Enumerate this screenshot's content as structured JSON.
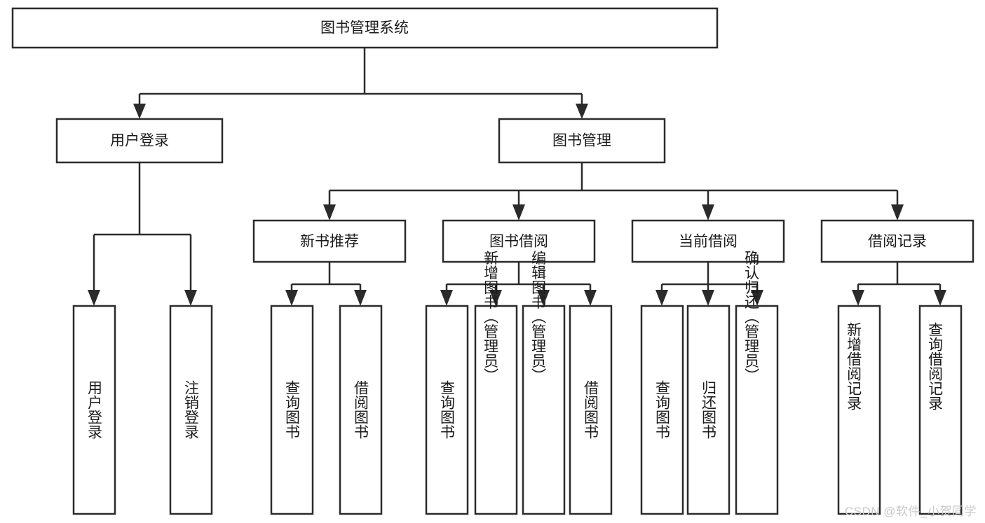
{
  "diagram": {
    "type": "tree",
    "title": "图书管理系统",
    "root": {
      "id": "root",
      "label": "图书管理系统"
    },
    "level2": [
      {
        "id": "user-login",
        "label": "用户登录"
      },
      {
        "id": "book-manage",
        "label": "图书管理"
      }
    ],
    "level3": [
      {
        "id": "new-book-rec",
        "label": "新书推荐",
        "parent": "book-manage"
      },
      {
        "id": "book-borrow",
        "label": "图书借阅",
        "parent": "book-manage"
      },
      {
        "id": "current-borrow",
        "label": "当前借阅",
        "parent": "book-manage"
      },
      {
        "id": "borrow-record",
        "label": "借阅记录",
        "parent": "book-manage"
      }
    ],
    "leaves": [
      {
        "id": "leaf-user-login",
        "label": "用户登录",
        "parent": "user-login"
      },
      {
        "id": "leaf-logout",
        "label": "注销登录",
        "parent": "user-login"
      },
      {
        "id": "leaf-query-book-1",
        "label": "查询图书",
        "parent": "new-book-rec"
      },
      {
        "id": "leaf-borrow-book-1",
        "label": "借阅图书",
        "parent": "new-book-rec"
      },
      {
        "id": "leaf-query-book-2",
        "label": "查询图书",
        "parent": "book-borrow"
      },
      {
        "id": "leaf-add-book",
        "label": "新增图书（管理员）",
        "parent": "book-borrow"
      },
      {
        "id": "leaf-edit-book",
        "label": "编辑图书（管理员）",
        "parent": "book-borrow"
      },
      {
        "id": "leaf-borrow-book-2",
        "label": "借阅图书",
        "parent": "book-borrow"
      },
      {
        "id": "leaf-query-book-3",
        "label": "查询图书",
        "parent": "current-borrow"
      },
      {
        "id": "leaf-return-book",
        "label": "归还图书",
        "parent": "current-borrow"
      },
      {
        "id": "leaf-confirm-return",
        "label": "确认归还（管理员）",
        "parent": "current-borrow"
      },
      {
        "id": "leaf-add-record",
        "label": "新增借阅记录",
        "parent": "borrow-record"
      },
      {
        "id": "leaf-query-record",
        "label": "查询借阅记录",
        "parent": "borrow-record"
      }
    ],
    "colors": {
      "stroke": "#2b2b2b",
      "fill": "#ffffff",
      "text": "#1a1a1a",
      "watermark": "#c9c9c9"
    }
  },
  "watermark": {
    "text": "CSDN @软件_小贺同学"
  }
}
